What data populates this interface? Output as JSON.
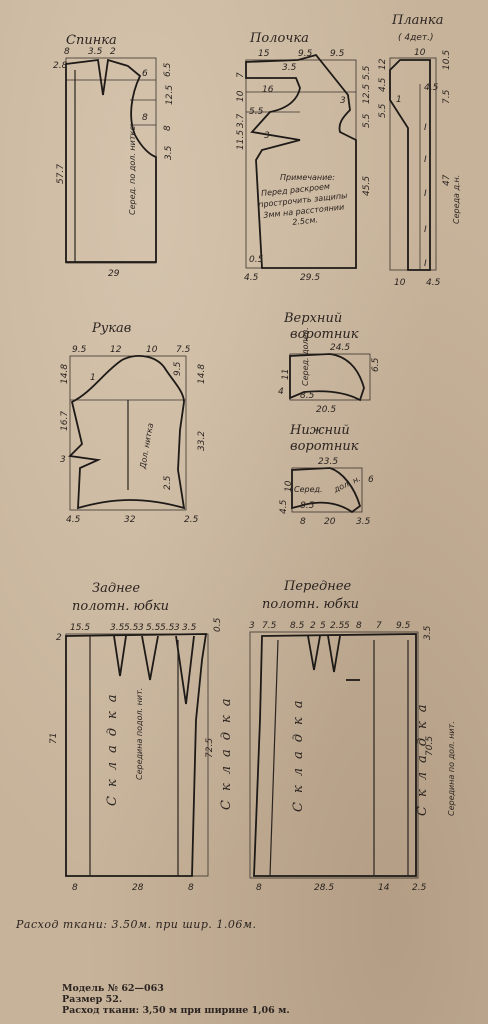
{
  "pieces": {
    "back": {
      "title": "Спинка",
      "top": [
        "8",
        "3.5",
        "2"
      ],
      "right": [
        "6",
        "6.5",
        "12.5",
        "8",
        "3.5",
        "8"
      ],
      "left": [
        "2.8",
        "57.7"
      ],
      "grain": "Серед. по дол. нитке",
      "bottom": "29"
    },
    "front": {
      "title": "Полочка",
      "top": [
        "15",
        "9.5",
        "9.5"
      ],
      "side": [
        "3.5",
        "16",
        "7",
        "10",
        "5.5",
        "3.7",
        "11.5",
        "3",
        "5.5",
        "12.5",
        "5.5",
        "45.5",
        "3",
        "0.5"
      ],
      "note_title": "Примечание:",
      "note": [
        "Перед раскроем",
        "прострочить защипы",
        "3мм на расстоянии",
        "2.5см."
      ],
      "bottom": [
        "4.5",
        "29.5"
      ]
    },
    "placket": {
      "title": "Планка",
      "qty": "( 4дет.)",
      "top": "10",
      "side": [
        "12",
        "4.5",
        "10.5",
        "1",
        "7.5",
        "5.5",
        "47",
        "4.5"
      ],
      "grain": "Середа д.н.",
      "marks": [
        "I",
        "I",
        "I",
        "I",
        "I"
      ],
      "bottom": [
        "10",
        "4.5"
      ]
    },
    "sleeve": {
      "title": "Рукав",
      "top": [
        "9.5",
        "12",
        "10",
        "7.5"
      ],
      "side": [
        "14.8",
        "1",
        "9.5",
        "14.8",
        "16.7",
        "3",
        "33.2",
        "2.5"
      ],
      "grain": "Дол. нитка",
      "bottom": [
        "4.5",
        "32",
        "2.5"
      ]
    },
    "upper_collar": {
      "title_1": "Верхний",
      "title_2": "воротник",
      "top": "24.5",
      "side": [
        "4",
        "11",
        "6.5",
        "8.5"
      ],
      "grain": "Серед. долев.",
      "bottom": "20.5"
    },
    "lower_collar": {
      "title_1": "Нижний",
      "title_2": "воротник",
      "top": "23.5",
      "side": [
        "4.5",
        "10",
        "6",
        "8.5"
      ],
      "grain": "Серед.",
      "grain_2": "дол. н.",
      "bottom": [
        "8",
        "20",
        "3.5"
      ]
    },
    "back_skirt": {
      "title_1": "Заднее",
      "title_2": "полотн. юбки",
      "top": [
        "15.5",
        "3.5",
        "5.5",
        "3",
        "5.5",
        "5.5",
        "3",
        "3.5",
        "0.5"
      ],
      "left": [
        "2",
        "71"
      ],
      "right": "72.5",
      "fold": "Складка",
      "center": "Середина подол. нит.",
      "bottom": [
        "8",
        "28",
        "8"
      ]
    },
    "front_skirt": {
      "title_1": "Переднее",
      "title_2": "полотн. юбки",
      "top": [
        "3",
        "7.5",
        "8.5",
        "2",
        "5",
        "2.5",
        "5",
        "8",
        "7",
        "9.5",
        "3.5"
      ],
      "right": [
        "70.5"
      ],
      "fold": "Складка",
      "center": "Середина по дол. нит.",
      "bottom": [
        "8",
        "28.5",
        "14",
        "2.5"
      ]
    }
  },
  "consumption": "Расход ткани: 3.50м. при шир. 1.06м.",
  "caption": {
    "model": "Модель № 62—063",
    "size": "Размер 52.",
    "fabric": "Расход ткани: 3,50 м при ширине 1,06 м."
  }
}
